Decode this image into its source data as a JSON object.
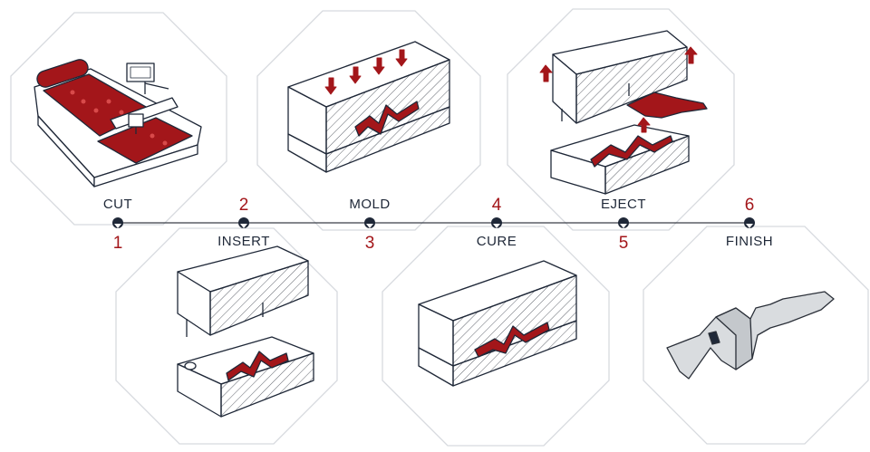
{
  "steps": [
    {
      "number": "1",
      "name": "CUT"
    },
    {
      "number": "2",
      "name": "INSERT"
    },
    {
      "number": "3",
      "name": "MOLD"
    },
    {
      "number": "4",
      "name": "CURE"
    },
    {
      "number": "5",
      "name": "EJECT"
    },
    {
      "number": "6",
      "name": "FINISH"
    }
  ],
  "colors": {
    "accent": "#a3161a",
    "ink": "#1f2838",
    "line": "#3a3f48",
    "octagon": "#d7dadf"
  }
}
